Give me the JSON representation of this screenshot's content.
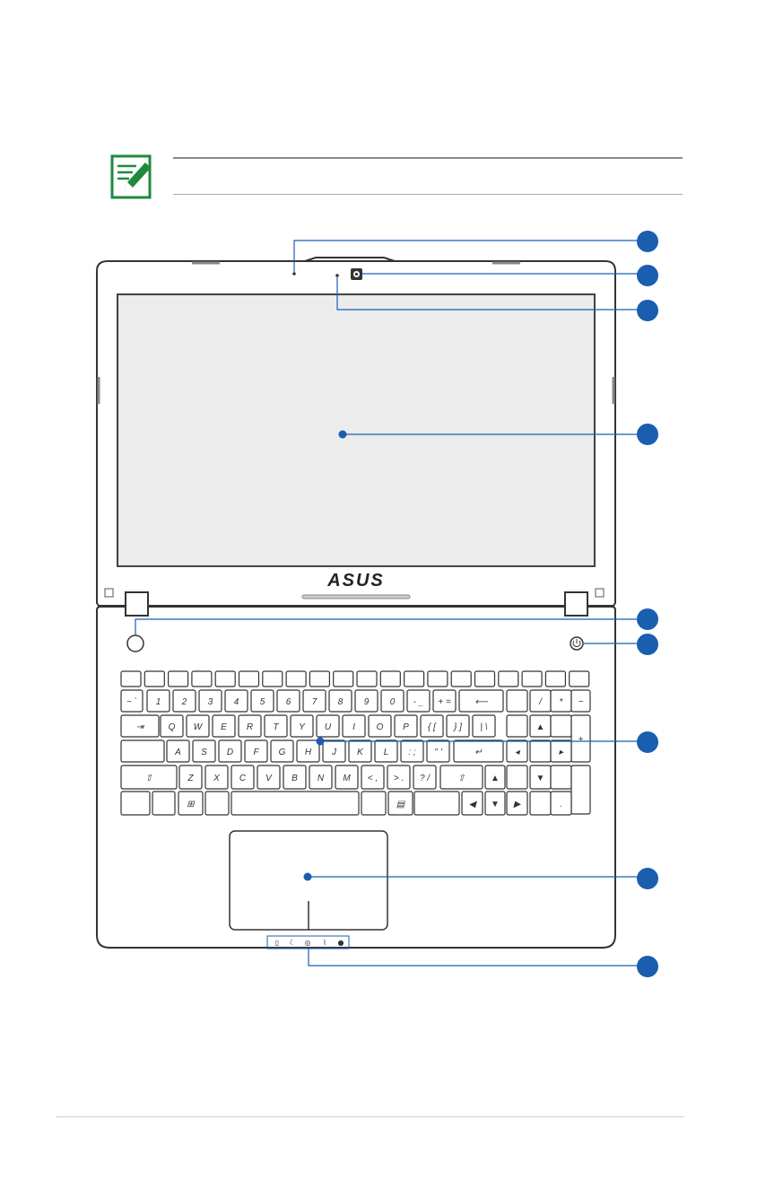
{
  "page": {
    "note_text": "",
    "logo_text": "ASUS",
    "accent_color": "#1a5eb0",
    "note_icon_color": "#1e8a3c"
  },
  "callouts": [
    {
      "id": "microphone"
    },
    {
      "id": "camera"
    },
    {
      "id": "camera-indicator"
    },
    {
      "id": "display-panel"
    },
    {
      "id": "touchpad-disable-button"
    },
    {
      "id": "power-button"
    },
    {
      "id": "keyboard"
    },
    {
      "id": "touchpad"
    },
    {
      "id": "status-indicators"
    }
  ],
  "keyboard": {
    "number_row": [
      "~ `",
      "1",
      "2",
      "3",
      "4",
      "5",
      "6",
      "7",
      "8",
      "9",
      "0",
      "- _",
      "+ ="
    ],
    "qwerty_row": [
      "Q",
      "W",
      "E",
      "R",
      "T",
      "Y",
      "U",
      "I",
      "O",
      "P",
      "{ [",
      "} ]",
      "| \\"
    ],
    "home_row": [
      "A",
      "S",
      "D",
      "F",
      "G",
      "H",
      "J",
      "K",
      "L",
      ": ;",
      "\" '"
    ],
    "bottom_row": [
      "Z",
      "X",
      "C",
      "V",
      "B",
      "N",
      "M",
      "< ,",
      "> .",
      "? /"
    ],
    "numpad": [
      "/",
      "*",
      "−",
      "+",
      "."
    ]
  }
}
